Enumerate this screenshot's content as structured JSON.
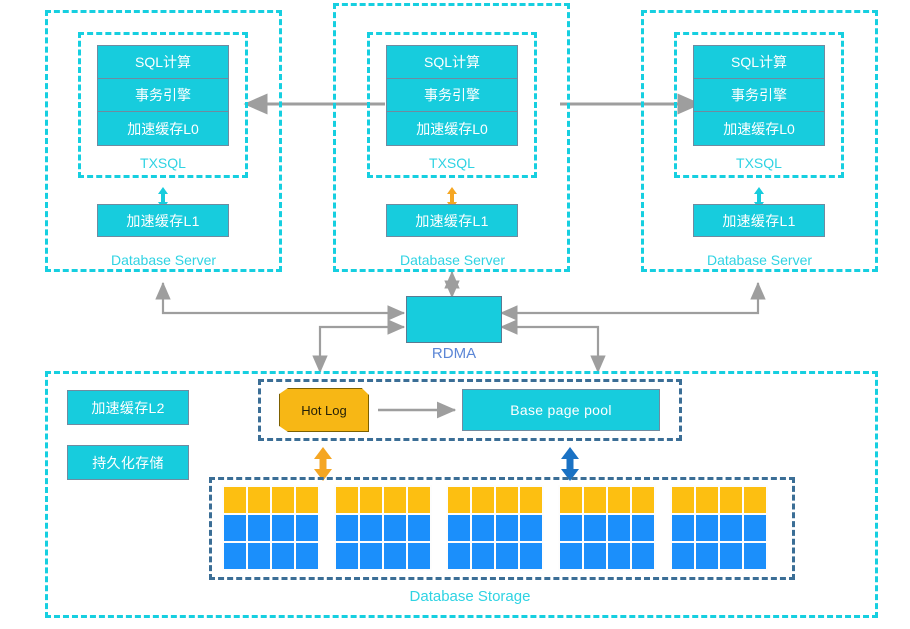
{
  "diagram": {
    "title": "Database architecture with TXSQL servers, RDMA fabric and shared storage",
    "colors": {
      "cyan_fill": "#17ccdd",
      "cyan_dashed": "#16cfe0",
      "blue_dashed": "#3b6e96",
      "orange": "#f7b715",
      "storage_warm": "#fdbf11",
      "storage_cold": "#1b8ffb",
      "connector_gray": "#9e9e9e",
      "rdma_label": "#5b86d6",
      "caption_cyan": "#2fd3e3"
    }
  },
  "servers": [
    {
      "id": "server-left",
      "outer_caption": "Database Server",
      "inner_caption": "TXSQL",
      "layers": [
        "SQL计算",
        "事务引擎",
        "加速缓存L0"
      ],
      "cache_l1": "加速缓存L1",
      "l0_l1_arrow_color": "#17ccdd"
    },
    {
      "id": "server-middle",
      "outer_caption": "Database Server",
      "inner_caption": "TXSQL",
      "layers": [
        "SQL计算",
        "事务引擎",
        "加速缓存L0"
      ],
      "cache_l1": "加速缓存L1",
      "l0_l1_arrow_color": "#f5a623"
    },
    {
      "id": "server-right",
      "outer_caption": "Database Server",
      "inner_caption": "TXSQL",
      "layers": [
        "SQL计算",
        "事务引擎",
        "加速缓存L0"
      ],
      "cache_l1": "加速缓存L1",
      "l0_l1_arrow_color": "#17ccdd"
    }
  ],
  "rdma": {
    "label": "RDMA",
    "arrow_count": 4,
    "arrow_directions": [
      "left",
      "right",
      "left",
      "right"
    ],
    "arrow_color": "#f7a81b"
  },
  "storage_section": {
    "caption": "Database Storage",
    "left_boxes": [
      "加速缓存L2",
      "持久化存储"
    ],
    "log_row": {
      "hot_log": "Hot Log",
      "base_page_pool": "Base page pool"
    },
    "sync_arrows": [
      {
        "name": "hotlog-to-storage",
        "color": "#f5a623"
      },
      {
        "name": "basepage-to-storage",
        "color": "#1a72c4"
      }
    ],
    "groups": [
      {
        "warm": 4,
        "cold": 8
      },
      {
        "warm": 4,
        "cold": 8
      },
      {
        "warm": 4,
        "cold": 8
      },
      {
        "warm": 4,
        "cold": 8
      },
      {
        "warm": 4,
        "cold": 8
      }
    ]
  }
}
